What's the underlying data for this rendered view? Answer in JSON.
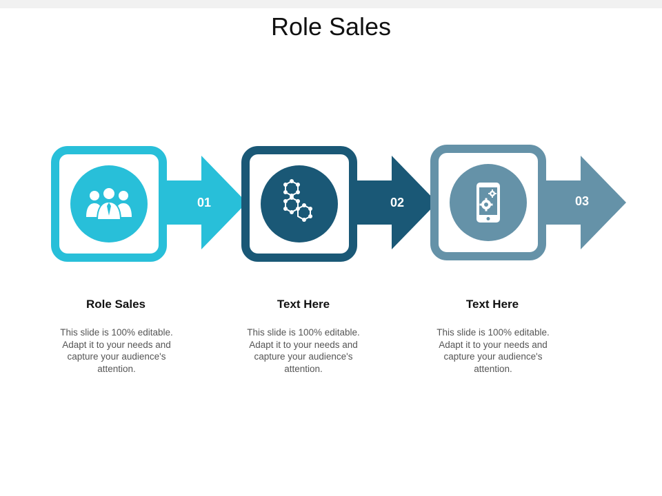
{
  "slide": {
    "title": "Role Sales"
  },
  "steps": [
    {
      "number": "01",
      "heading": "Role Sales",
      "description": "This slide is 100% editable. Adapt it to your needs and capture your audience's attention.",
      "icon": "team-people-icon",
      "color": "#28bfd9"
    },
    {
      "number": "02",
      "heading": "Text Here",
      "description": "This slide is 100% editable. Adapt it to your needs and capture your audience's attention.",
      "icon": "hexagon-network-icon",
      "color": "#1a5876"
    },
    {
      "number": "03",
      "heading": "Text Here",
      "description": "This slide is 100% editable. Adapt it to your needs and capture your audience's attention.",
      "icon": "mobile-settings-icon",
      "color": "#6592a8"
    }
  ]
}
